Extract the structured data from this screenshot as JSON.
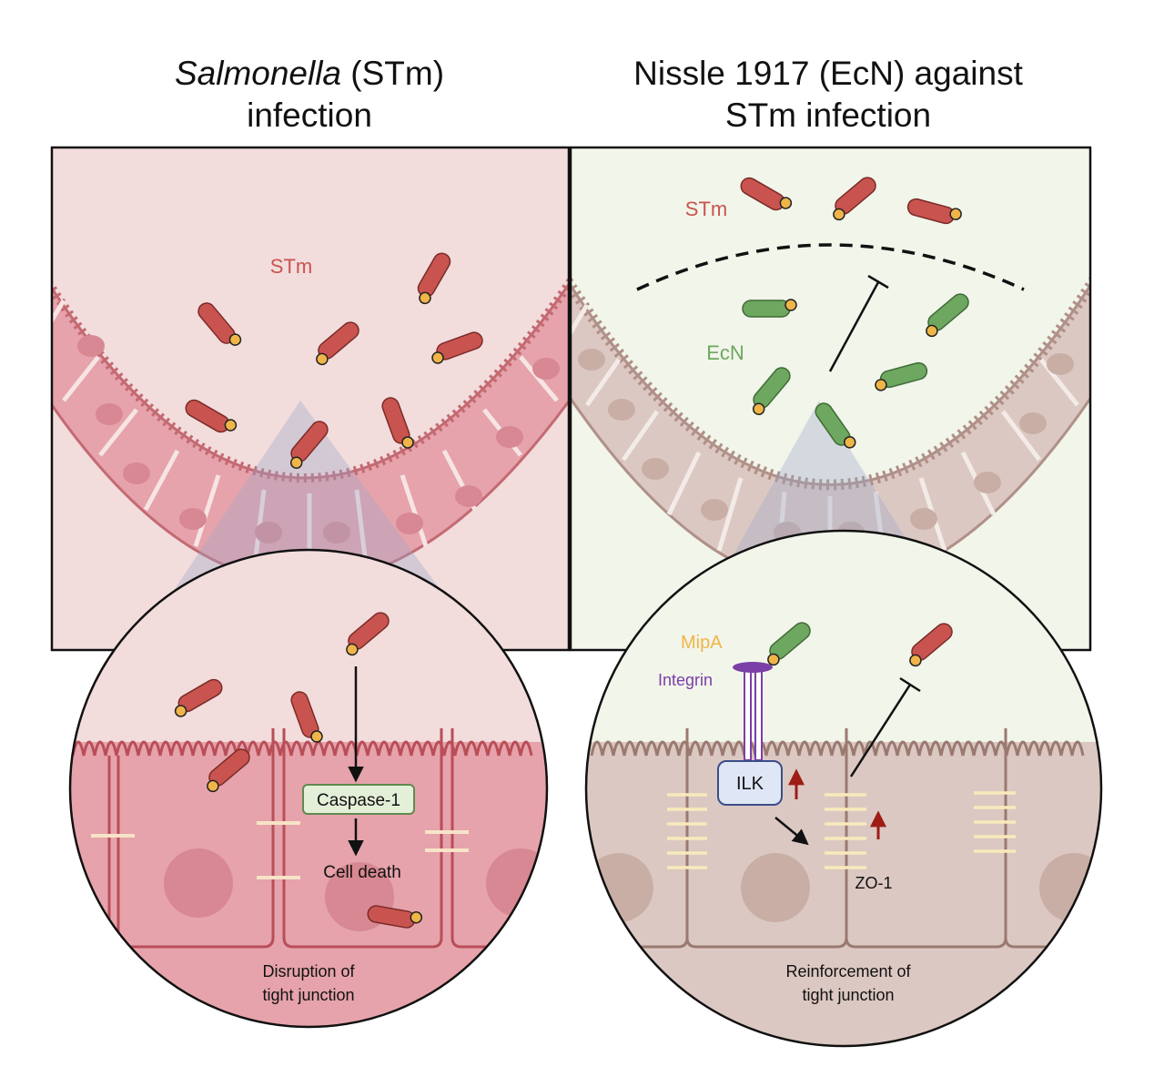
{
  "left": {
    "title_italic": "Salmonella",
    "title_rest": " (STm)",
    "title_line2": "infection",
    "label_stm": "STm",
    "caspase": "Caspase-1",
    "cell_death": "Cell death",
    "caption_line1": "Disruption of",
    "caption_line2": "tight junction",
    "bg_color": "#f2dcdc",
    "cell_color": "#e8a8b0",
    "bacteria_color": "#c9544f"
  },
  "right": {
    "title_line1": "Nissle 1917 (EcN) against",
    "title_line2": "STm infection",
    "label_stm": "STm",
    "label_ecn": "EcN",
    "mipa": "MipA",
    "integrin": "Integrin",
    "ilk": "ILK",
    "zo1": "ZO-1",
    "caption_line1": "Reinforcement of",
    "caption_line2": "tight junction",
    "bg_color": "#f1f5ea",
    "cell_color": "#dcc8c2",
    "ecn_color": "#6ea760",
    "integrin_color": "#7b3fa8",
    "mipa_color": "#f0b548",
    "ilk_color": "#dfe6f5",
    "arrow_red": "#9e1b16"
  }
}
